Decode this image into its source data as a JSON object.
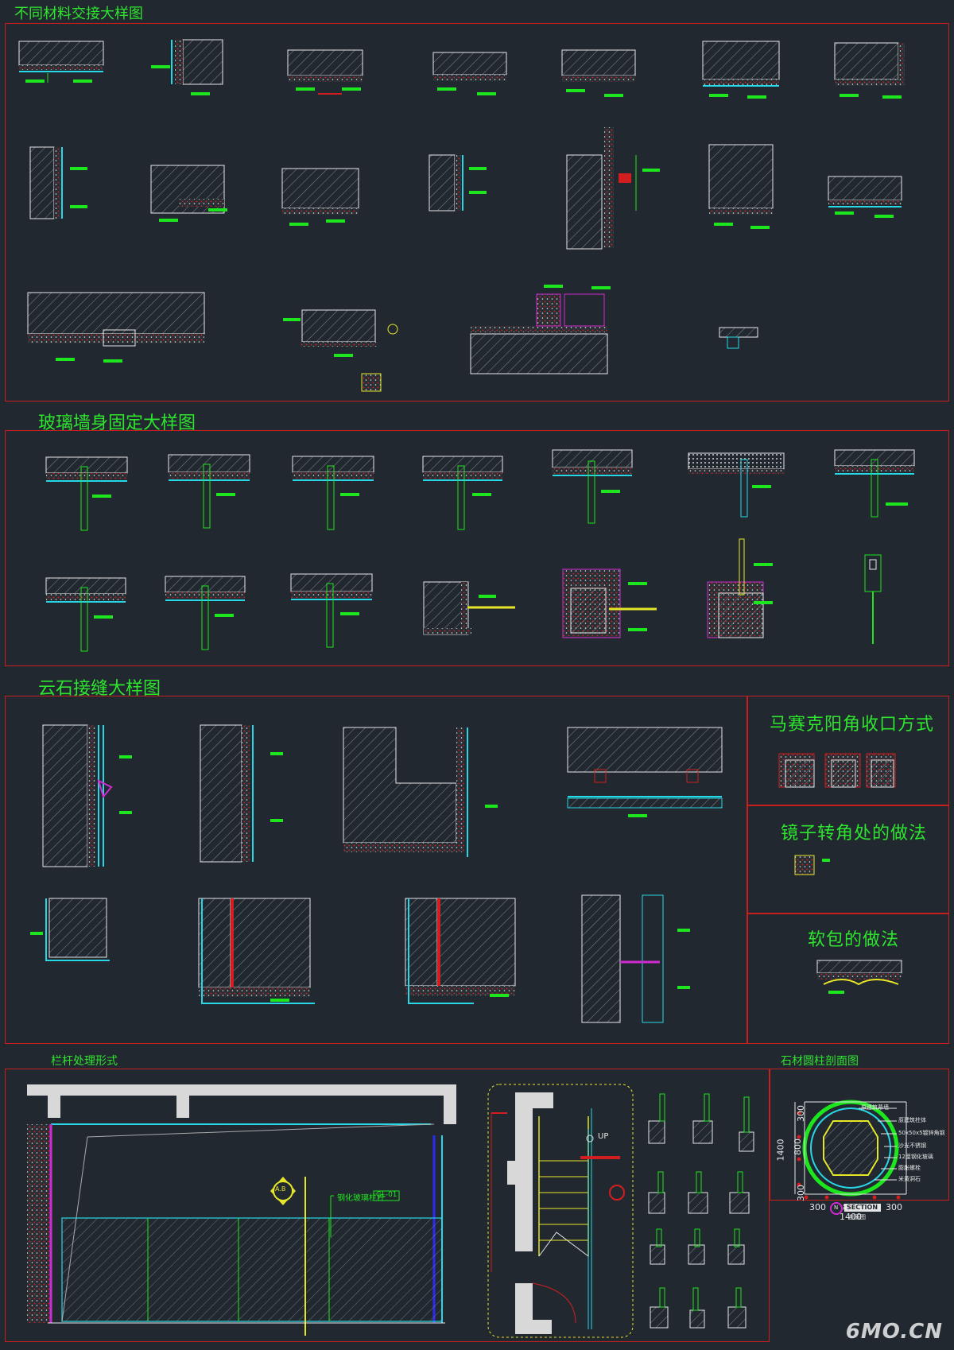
{
  "sections": {
    "materials": "不同材料交接大样图",
    "glass": "玻璃墙身固定大样图",
    "stone": "云石接缝大样图",
    "mosaic": "马赛克阳角收口方式",
    "mirror": "镜子转角处的做法",
    "softpack": "软包的做法",
    "railing": "栏杆处理形式",
    "column": "石材圆柱剖面图"
  },
  "railing_callout": "钢化玻璃栏杆",
  "railing_tag": "GL-01",
  "section_marker": "A.B",
  "stair_label": "UP",
  "column": {
    "dim_top": "300",
    "dim_mid": "800",
    "dim_total": "1400",
    "dim_bottom": "300",
    "h_left": "300",
    "h_mid": "800",
    "h_right": "300",
    "h_total": "1400",
    "notes": [
      "原建筑幕墙",
      "原建筑柱体",
      "50x50x5镀锌角钢",
      "沙光不锈钢",
      "12厘钢化玻璃",
      "膨胀螺栓",
      "米黄洞石"
    ],
    "section_title": "SECTION",
    "section_sub": "剖面图",
    "section_num": "N"
  },
  "watermark": "6MO.CN",
  "colors": {
    "background": "#212830",
    "frame": "#c81e1e",
    "text": "#2ee52e",
    "line_white": "#e6e6e6",
    "cyan": "#28d7e6",
    "red": "#d21e1e",
    "magenta": "#d22ad2",
    "yellow": "#e6e628",
    "green": "#1ee61e"
  }
}
